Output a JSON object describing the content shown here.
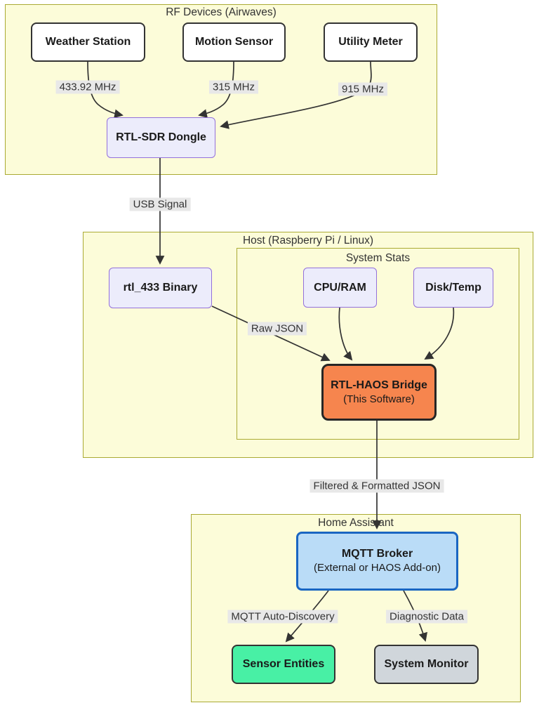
{
  "diagram": {
    "clusters": {
      "rf_devices": {
        "title": "RF Devices (Airwaves)"
      },
      "host": {
        "title": "Host (Raspberry Pi / Linux)"
      },
      "system_stats": {
        "title": "System Stats"
      },
      "home_assistant": {
        "title": "Home Assistant"
      }
    },
    "nodes": {
      "weather_station": {
        "label": "Weather Station"
      },
      "motion_sensor": {
        "label": "Motion Sensor"
      },
      "utility_meter": {
        "label": "Utility Meter"
      },
      "rtl_sdr_dongle": {
        "label": "RTL-SDR Dongle"
      },
      "rtl_433_binary": {
        "label": "rtl_433 Binary"
      },
      "cpu_ram": {
        "label": "CPU/RAM"
      },
      "disk_temp": {
        "label": "Disk/Temp"
      },
      "rtl_haos_bridge": {
        "label": "RTL-HAOS Bridge",
        "sublabel": "(This Software)"
      },
      "mqtt_broker": {
        "label": "MQTT Broker",
        "sublabel": "(External or HAOS Add-on)"
      },
      "sensor_entities": {
        "label": "Sensor Entities"
      },
      "system_monitor": {
        "label": "System Monitor"
      }
    },
    "edge_labels": {
      "freq_433": "433.92 MHz",
      "freq_315": "315 MHz",
      "freq_915": "915 MHz",
      "usb_signal": "USB Signal",
      "raw_json": "Raw JSON",
      "filtered_json": "Filtered & Formatted JSON",
      "auto_discovery": "MQTT Auto-Discovery",
      "diagnostic_data": "Diagnostic Data"
    },
    "colors": {
      "cluster_fill": "#fcfcd9",
      "cluster_border": "#aaaa33",
      "device_fill": "#ffffff",
      "device_border": "#333333",
      "lavender_fill": "#ececfb",
      "lavender_border": "#9370db",
      "bridge_fill": "#f6854e",
      "broker_fill": "#badcf7",
      "broker_border": "#1a66c2",
      "entities_fill": "#48f0a5",
      "monitor_fill": "#d0d6db",
      "edge_color": "#333333",
      "edge_label_bg": "#e8e8e8"
    }
  }
}
